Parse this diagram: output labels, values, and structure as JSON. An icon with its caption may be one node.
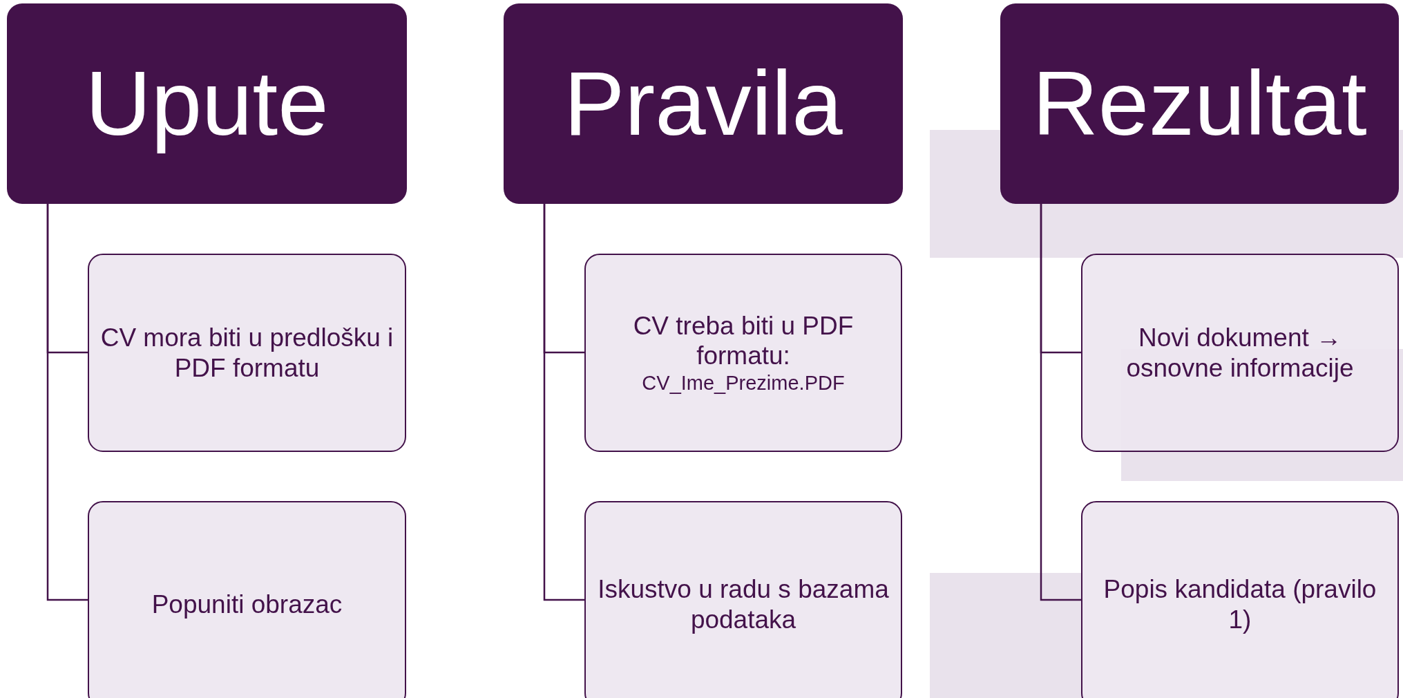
{
  "diagram": {
    "nodes": [
      {
        "text": [
          "Upute"
        ]
      },
      {
        "text": [
          "CV mora biti u predlošku i PDF formatu"
        ]
      },
      {
        "text": [
          "Popuniti obrazac"
        ]
      },
      {
        "text": [
          "Pravila"
        ]
      },
      {
        "text": [
          "CV treba biti u PDF formatu:",
          "CV_Ime_Prezime.PDF"
        ]
      },
      {
        "text": [
          "Iskustvo u radu s bazama podataka"
        ]
      },
      {
        "text": [
          "Rezultat"
        ]
      },
      {
        "text": [
          "Novi dokument → osnovne informacije"
        ]
      },
      {
        "text": [
          "Popis kandidata (pravilo 1)"
        ]
      }
    ],
    "edges": [
      {
        "from": 0,
        "to": 1,
        "arrow": "none"
      },
      {
        "from": 0,
        "to": 2,
        "arrow": "none"
      },
      {
        "from": 3,
        "to": 4,
        "arrow": "none"
      },
      {
        "from": 3,
        "to": 5,
        "arrow": "none"
      },
      {
        "from": 6,
        "to": 7,
        "arrow": "none"
      },
      {
        "from": 6,
        "to": 8,
        "arrow": "none"
      }
    ]
  }
}
